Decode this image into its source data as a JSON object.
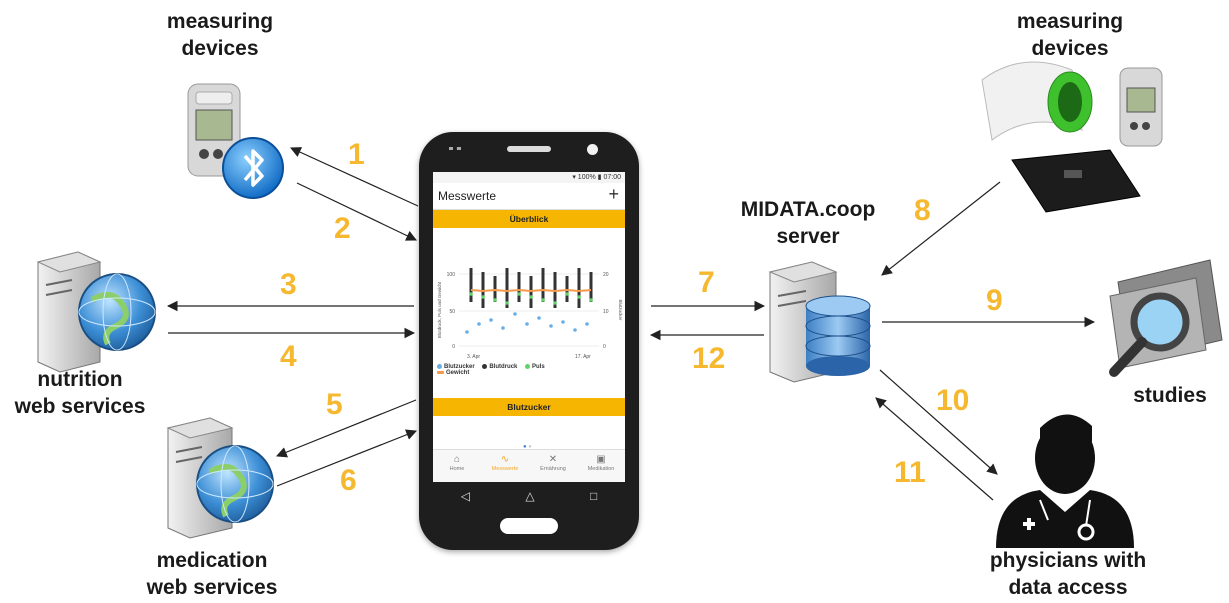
{
  "labels": {
    "measuring_left": [
      "measuring",
      "devices"
    ],
    "measuring_right": [
      "measuring",
      "devices"
    ],
    "nutrition": [
      "nutrition",
      "web services"
    ],
    "medication": [
      "medication",
      "web services"
    ],
    "server": [
      "MIDATA.coop",
      "server"
    ],
    "studies": "studies",
    "physicians": [
      "physicians with",
      "data access"
    ]
  },
  "numbers": [
    "1",
    "2",
    "3",
    "4",
    "5",
    "6",
    "7",
    "8",
    "9",
    "10",
    "11",
    "12"
  ],
  "colors": {
    "accent": "#f5b82e",
    "phone_header": "#f6b500"
  },
  "phone": {
    "status": "07:00",
    "battery": "100%",
    "app_title": "Messwerte",
    "add_symbol": "+",
    "tab_overview": "Überblick",
    "tab_bloodsugar": "Blutzucker",
    "chart_y_left": "Blutdruck, Puls und Gewicht",
    "chart_y_right": "Blutzucker",
    "y_ticks_left": [
      "100",
      "50",
      "0"
    ],
    "y_ticks_right": [
      "20",
      "10",
      "0"
    ],
    "x_ticks": [
      "3. Apr",
      "17. Apr"
    ],
    "legend": [
      "Blutzucker",
      "Blutdruck",
      "Puls",
      "Gewicht"
    ],
    "nav": [
      "Home",
      "Messwerte",
      "Ernährung",
      "Medikation"
    ],
    "sys_nav": [
      "◁",
      "△",
      "□"
    ]
  },
  "icons": [
    "bluetooth-icon",
    "globe-icon",
    "server-icon",
    "database-icon",
    "magnifier-icon",
    "doctor-icon",
    "scale-icon",
    "blood-pressure-cuff-icon"
  ]
}
